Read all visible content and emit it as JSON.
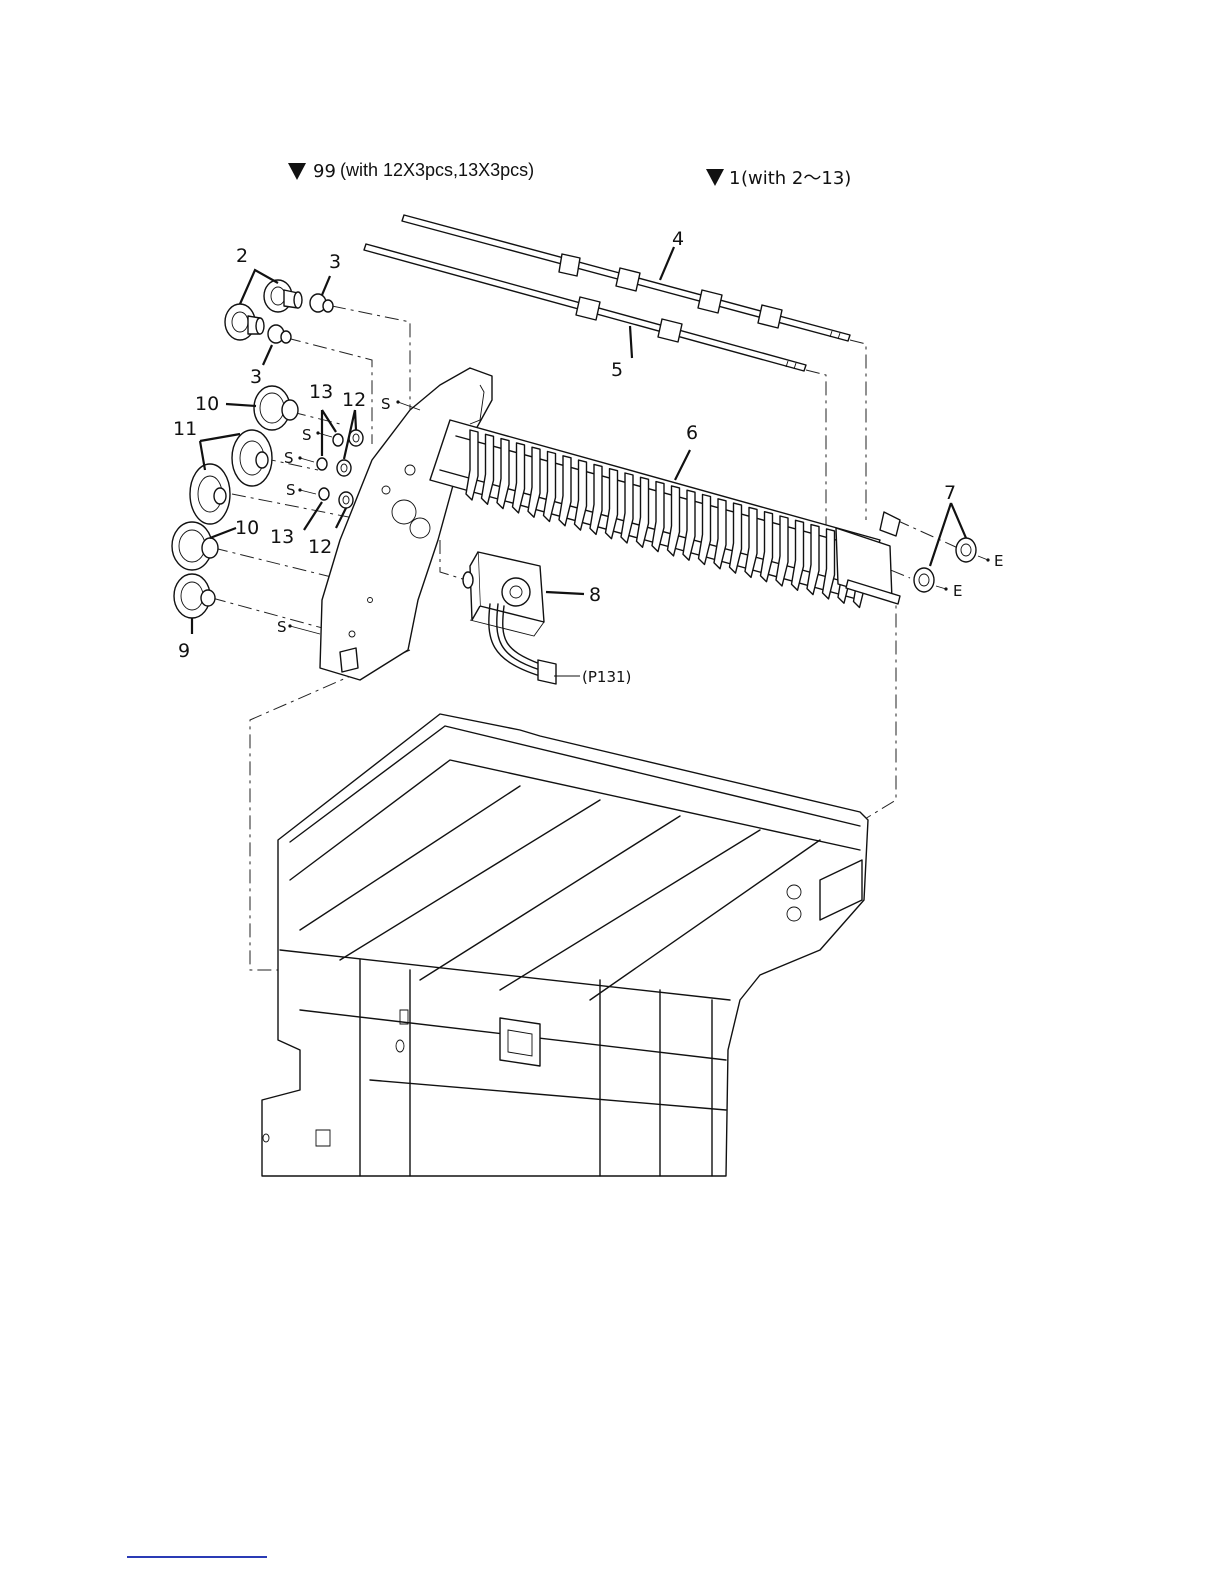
{
  "header": {
    "assembly_99": {
      "marker": "▼",
      "number": "99",
      "note": "(with 12X3pcs,13X3pcs)"
    },
    "assembly_1": {
      "marker": "▼",
      "number": "1",
      "note": "(with 2～13)"
    }
  },
  "callouts": {
    "c2": "2",
    "c3a": "3",
    "c3b": "3",
    "c4": "4",
    "c5": "5",
    "c6": "6",
    "c7": "7",
    "c8": "8",
    "c9": "9",
    "c10a": "10",
    "c10b": "10",
    "c11": "11",
    "c12a": "12",
    "c12b": "12",
    "c13a": "13",
    "c13b": "13"
  },
  "screw_marks": {
    "s1": "S",
    "s2": "S",
    "s3": "S",
    "s4": "S",
    "s5": "S"
  },
  "e_marks": {
    "e1": "E",
    "e2": "E"
  },
  "connector_label": "(P131)",
  "colors": {
    "line": "#111111",
    "footer_rule": "#2a3bb5"
  }
}
